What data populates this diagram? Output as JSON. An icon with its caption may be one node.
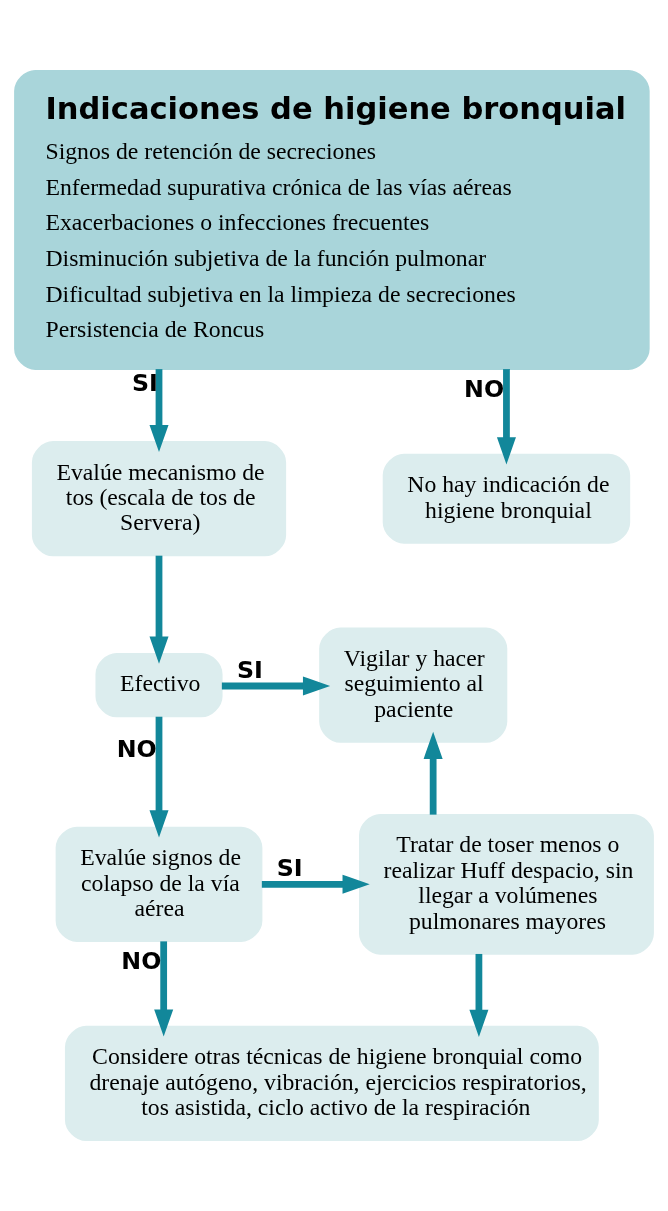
{
  "diagram": {
    "nodes": [
      {
        "text": [
          "Indicaciones de higiene bronquial",
          "Signos de retención de secreciones",
          "Enfermedad supurativa crónica de las vías aéreas",
          "Exacerbaciones o infecciones frecuentes",
          "Disminución subjetiva de la función pulmonar",
          "Dificultad subjetiva en la limpieza de secreciones",
          "Persistencia de Roncus"
        ]
      },
      {
        "text": [
          "Evalúe mecanismo de tos (escala de tos de Servera)"
        ]
      },
      {
        "text": [
          "No hay indicación de higiene bronquial"
        ]
      },
      {
        "text": [
          "Efectivo"
        ]
      },
      {
        "text": [
          "Vigilar y hacer seguimiento al paciente"
        ]
      },
      {
        "text": [
          "Evalúe signos de colapso de la vía aérea"
        ]
      },
      {
        "text": [
          "Tratar de toser menos o realizar Huff despacio, sin llegar a volúmenes pulmonares mayores"
        ]
      },
      {
        "text": [
          "Considere otras técnicas de higiene bronquial como drenaje autógeno, vibración, ejercicios respiratorios, tos asistida, ciclo activo de la respiración"
        ]
      }
    ],
    "edges": [
      {
        "from": 0,
        "to": 1,
        "arrow": "to",
        "label": "SI"
      },
      {
        "from": 0,
        "to": 2,
        "arrow": "to",
        "label": "NO"
      },
      {
        "from": 1,
        "to": 3,
        "arrow": "to"
      },
      {
        "from": 3,
        "to": 4,
        "arrow": "to",
        "label": "SI"
      },
      {
        "from": 3,
        "to": 5,
        "arrow": "to",
        "label": "NO"
      },
      {
        "from": 5,
        "to": 6,
        "arrow": "to",
        "label": "SI"
      },
      {
        "from": 6,
        "to": 4,
        "arrow": "to"
      },
      {
        "from": 5,
        "to": 7,
        "arrow": "to",
        "label": "NO"
      },
      {
        "from": 6,
        "to": 7,
        "arrow": "to"
      }
    ]
  }
}
